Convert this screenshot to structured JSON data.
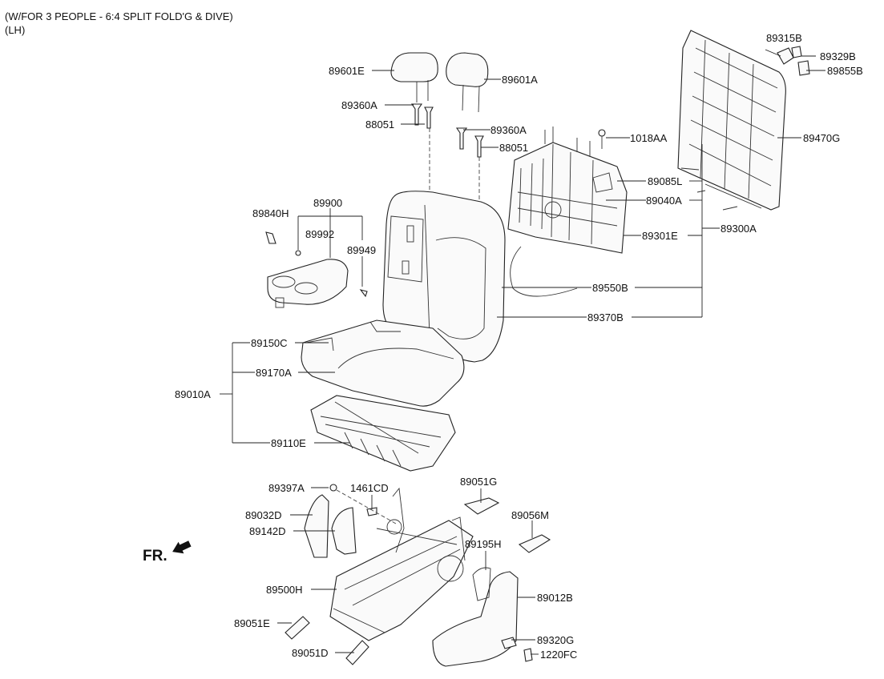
{
  "header": {
    "line1": "(W/FOR 3 PEOPLE - 6:4 SPLIT FOLD'G & DIVE)",
    "line2": "(LH)"
  },
  "front_marker": "FR.",
  "callouts": {
    "c89601E": "89601E",
    "c89601A": "89601A",
    "c89360A_1": "89360A",
    "c88051_1": "88051",
    "c89360A_2": "89360A",
    "c88051_2": "88051",
    "c1018AA": "1018AA",
    "c89315B": "89315B",
    "c89329B": "89329B",
    "c89855B": "89855B",
    "c89470G": "89470G",
    "c89085L": "89085L",
    "c89040A": "89040A",
    "c89300A": "89300A",
    "c89301E": "89301E",
    "c89550B": "89550B",
    "c89370B": "89370B",
    "c89900": "89900",
    "c89840H": "89840H",
    "c89992": "89992",
    "c89949": "89949",
    "c89150C": "89150C",
    "c89170A": "89170A",
    "c89010A": "89010A",
    "c89110E": "89110E",
    "c89397A": "89397A",
    "c1461CD": "1461CD",
    "c89051G": "89051G",
    "c89056M": "89056M",
    "c89032D": "89032D",
    "c89142D": "89142D",
    "c89195H": "89195H",
    "c89500H": "89500H",
    "c89012B": "89012B",
    "c89051E": "89051E",
    "c89320G": "89320G",
    "c89051D": "89051D",
    "c1220FC": "1220FC"
  }
}
